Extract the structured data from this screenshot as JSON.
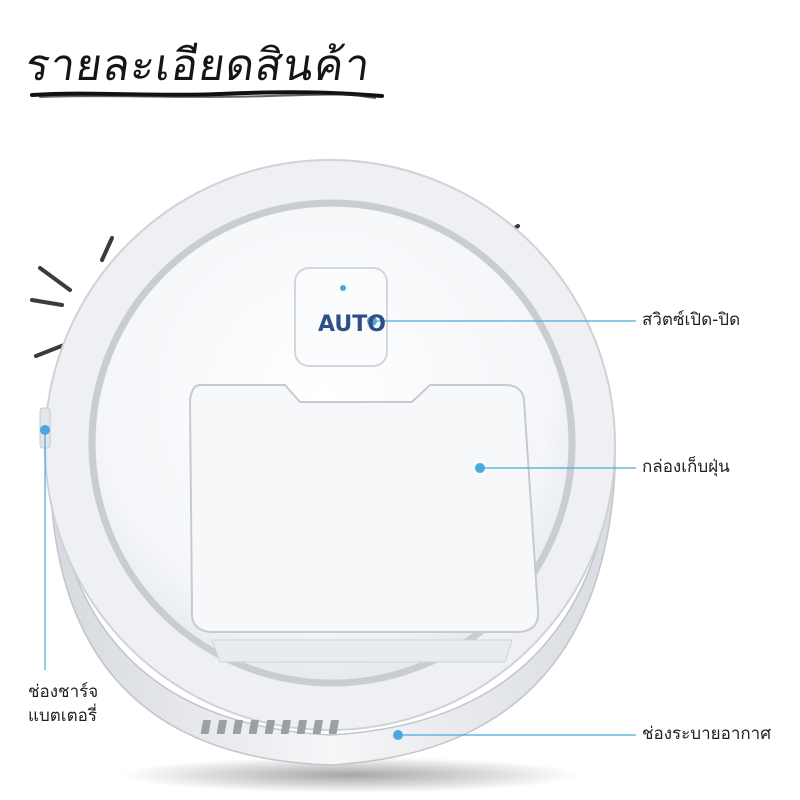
{
  "title": "รายละเอียดสินค้า",
  "device": {
    "button_text": "AUTO"
  },
  "labels": {
    "power_switch": "สวิตซ์เปิด-ปิด",
    "dust_box": "กล่องเก็บฝุ่น",
    "air_vent": "ช่องระบายอากาศ",
    "charging_port_line1": "ช่องชาร์จ",
    "charging_port_line2": "แบตเตอรี่"
  },
  "colors": {
    "accent": "#4aa8dc",
    "title": "#151515",
    "body": "#f7f8fa",
    "rim": "#c9ccd1"
  }
}
